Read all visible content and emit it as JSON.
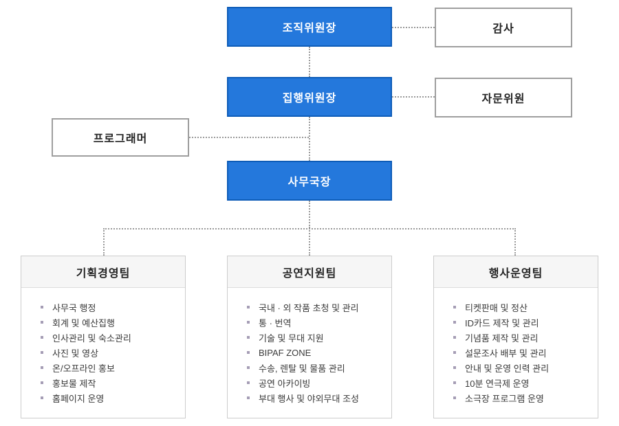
{
  "nodes": {
    "chairman": "조직위원장",
    "auditor": "감사",
    "executive_chairman": "집행위원장",
    "advisory_committee": "자문위원",
    "programmer": "프로그래머",
    "secretary_general": "사무국장"
  },
  "teams": [
    {
      "name": "기획경영팀",
      "items": [
        "사무국 행정",
        "회계 및 예산집행",
        "인사관리 및 숙소관리",
        "사진 및 영상",
        "온/오프라인 홍보",
        "홍보물 제작",
        "홈페이지 운영"
      ]
    },
    {
      "name": "공연지원팀",
      "items": [
        "국내 · 외 작품 초청 및 관리",
        "통 · 번역",
        "기술 및 무대 지원",
        "BIPAF ZONE",
        "수송, 렌탈 및 물품 관리",
        "공연 아카이빙",
        "부대 행사 및 야외무대 조성"
      ]
    },
    {
      "name": "행사운영팀",
      "items": [
        "티켓판매 및 정산",
        "ID카드 제작 및 관리",
        "기념품 제작 및 관리",
        "설문조사 배부 및 관리",
        "안내 및 운영 인력 관리",
        "10분 연극제 운영",
        "소극장 프로그램 운영"
      ]
    }
  ],
  "colors": {
    "primary_fill": "#2478DC",
    "primary_border": "#0D5CB8",
    "secondary_border": "#9E9E9E",
    "connector": "#999999",
    "team_border": "#CCCCCC",
    "team_header_bg": "#F6F6F6",
    "team_header_line": "#DDDDDD",
    "bullet": "#A59DB5",
    "text_dark": "#222222",
    "text_item": "#3A3A3A"
  }
}
